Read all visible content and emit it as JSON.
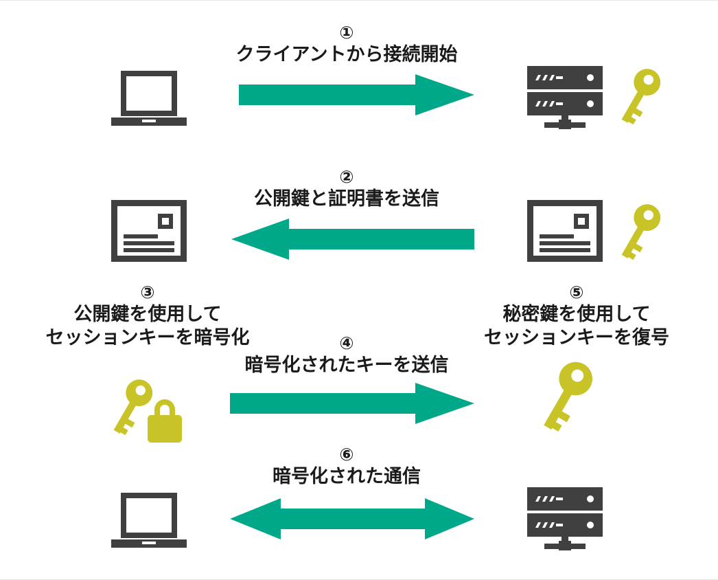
{
  "colors": {
    "icon_gray": "#404040",
    "arrow_teal": "#00a88a",
    "key_yellow": "#c8c428"
  },
  "steps": [
    {
      "number": "①",
      "text": "クライアントから接続開始"
    },
    {
      "number": "②",
      "text": "公開鍵と証明書を送信"
    },
    {
      "number": "③",
      "line1": "公開鍵を使用して",
      "line2": "セッションキーを暗号化"
    },
    {
      "number": "④",
      "text": "暗号化されたキーを送信"
    },
    {
      "number": "⑤",
      "line1": "秘密鍵を使用して",
      "line2": "セッションキーを復号"
    },
    {
      "number": "⑥",
      "text": "暗号化された通信"
    }
  ],
  "icons": {
    "client": "laptop-icon",
    "server": "server-icon",
    "certificate": "certificate-icon",
    "key": "key-icon",
    "lock": "padlock-icon"
  }
}
